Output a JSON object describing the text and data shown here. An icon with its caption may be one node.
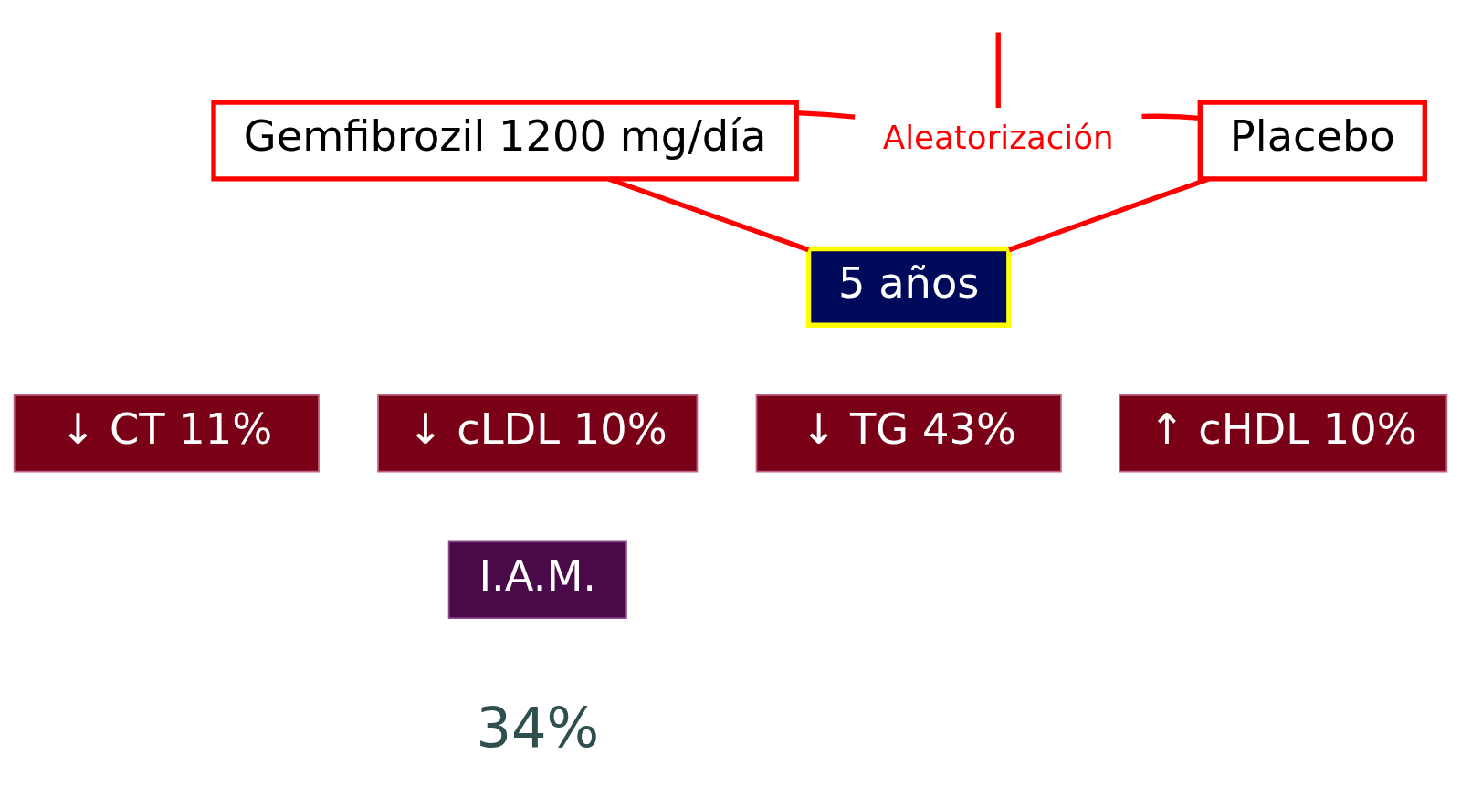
{
  "diagram": {
    "nodes": [
      {
        "text": [
          "Aleatorización"
        ]
      },
      {
        "text": [
          "Gemfibrozil 1200 mg/día"
        ]
      },
      {
        "text": [
          "Placebo"
        ]
      },
      {
        "text": [
          "5 años"
        ]
      },
      {
        "text": [
          "↓ CT 11%"
        ]
      },
      {
        "text": [
          "↓ cLDL 10%"
        ]
      },
      {
        "text": [
          "↓ TG 43%"
        ]
      },
      {
        "text": [
          "↑ cHDL 10%"
        ]
      },
      {
        "text": [
          "I.A.M."
        ]
      }
    ],
    "edges": [
      {
        "from": null,
        "to": 0,
        "arrow": "none"
      },
      {
        "from": 0,
        "to": 1,
        "arrow": "none"
      },
      {
        "from": 0,
        "to": 2,
        "arrow": "none"
      },
      {
        "from": 1,
        "to": 3,
        "arrow": "none"
      },
      {
        "from": 2,
        "to": 3,
        "arrow": "none"
      }
    ],
    "labels": [
      "34%"
    ]
  }
}
